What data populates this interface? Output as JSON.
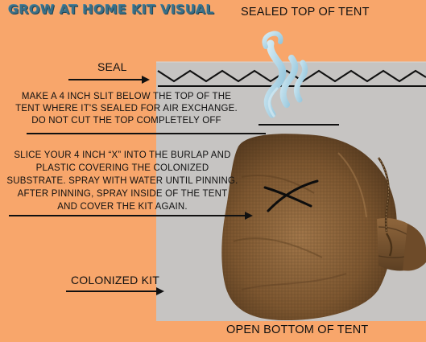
{
  "title": "GROW AT HOME KIT VISUAL",
  "labels": {
    "sealed_top": "SEALED TOP OF TENT",
    "seal": "SEAL",
    "slit_instruction": "MAKE A 4 INCH SLIT BELOW THE TOP OF THE TENT WHERE IT'S SEALED FOR AIR EXCHANGE. DO NOT CUT THE TOP COMPLETELY OFF",
    "slice_instruction": "SLICE YOUR 4 INCH “X” INTO THE BURLAP AND PLASTIC COVERING THE COLONIZED SUBSTRATE. SPRAY WITH WATER UNTIL PINNING. AFTER PINNING, SPRAY INSIDE OF THE TENT AND COVER THE KIT AGAIN.",
    "colonized_kit": "COLONIZED KIT",
    "open_bottom": "OPEN BOTTOM OF TENT"
  },
  "colors": {
    "background": "#F8A66B",
    "tent": "#C6C4C2",
    "title": "#3B6F86",
    "text": "#111111",
    "steam": "#A9D4E6",
    "burlap": "#8A5F36"
  },
  "icons": {
    "steam": "air-exchange-steam-icon",
    "cut_mark": "x-cut-mark-icon"
  }
}
